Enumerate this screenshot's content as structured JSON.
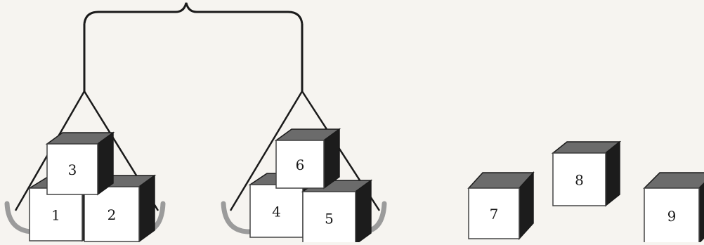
{
  "diagram": {
    "description_free": true,
    "balance": {
      "pans": [
        {
          "id": "left-pan",
          "cubes": [
            "1",
            "2",
            "3"
          ]
        },
        {
          "id": "right-pan",
          "cubes": [
            "4",
            "5",
            "6"
          ]
        }
      ]
    },
    "loose_cubes": [
      "7",
      "8",
      "9"
    ]
  },
  "cube_labels": {
    "c1": "1",
    "c2": "2",
    "c3": "3",
    "c4": "4",
    "c5": "5",
    "c6": "6",
    "c7": "7",
    "c8": "8",
    "c9": "9"
  },
  "colors": {
    "ink": "#1a1a1a",
    "cube_face": "#ffffff",
    "cube_top": "#6b6b6b",
    "cube_side": "#1c1c1c",
    "pan": "#9b9b9b",
    "background": "#f6f4f0"
  }
}
